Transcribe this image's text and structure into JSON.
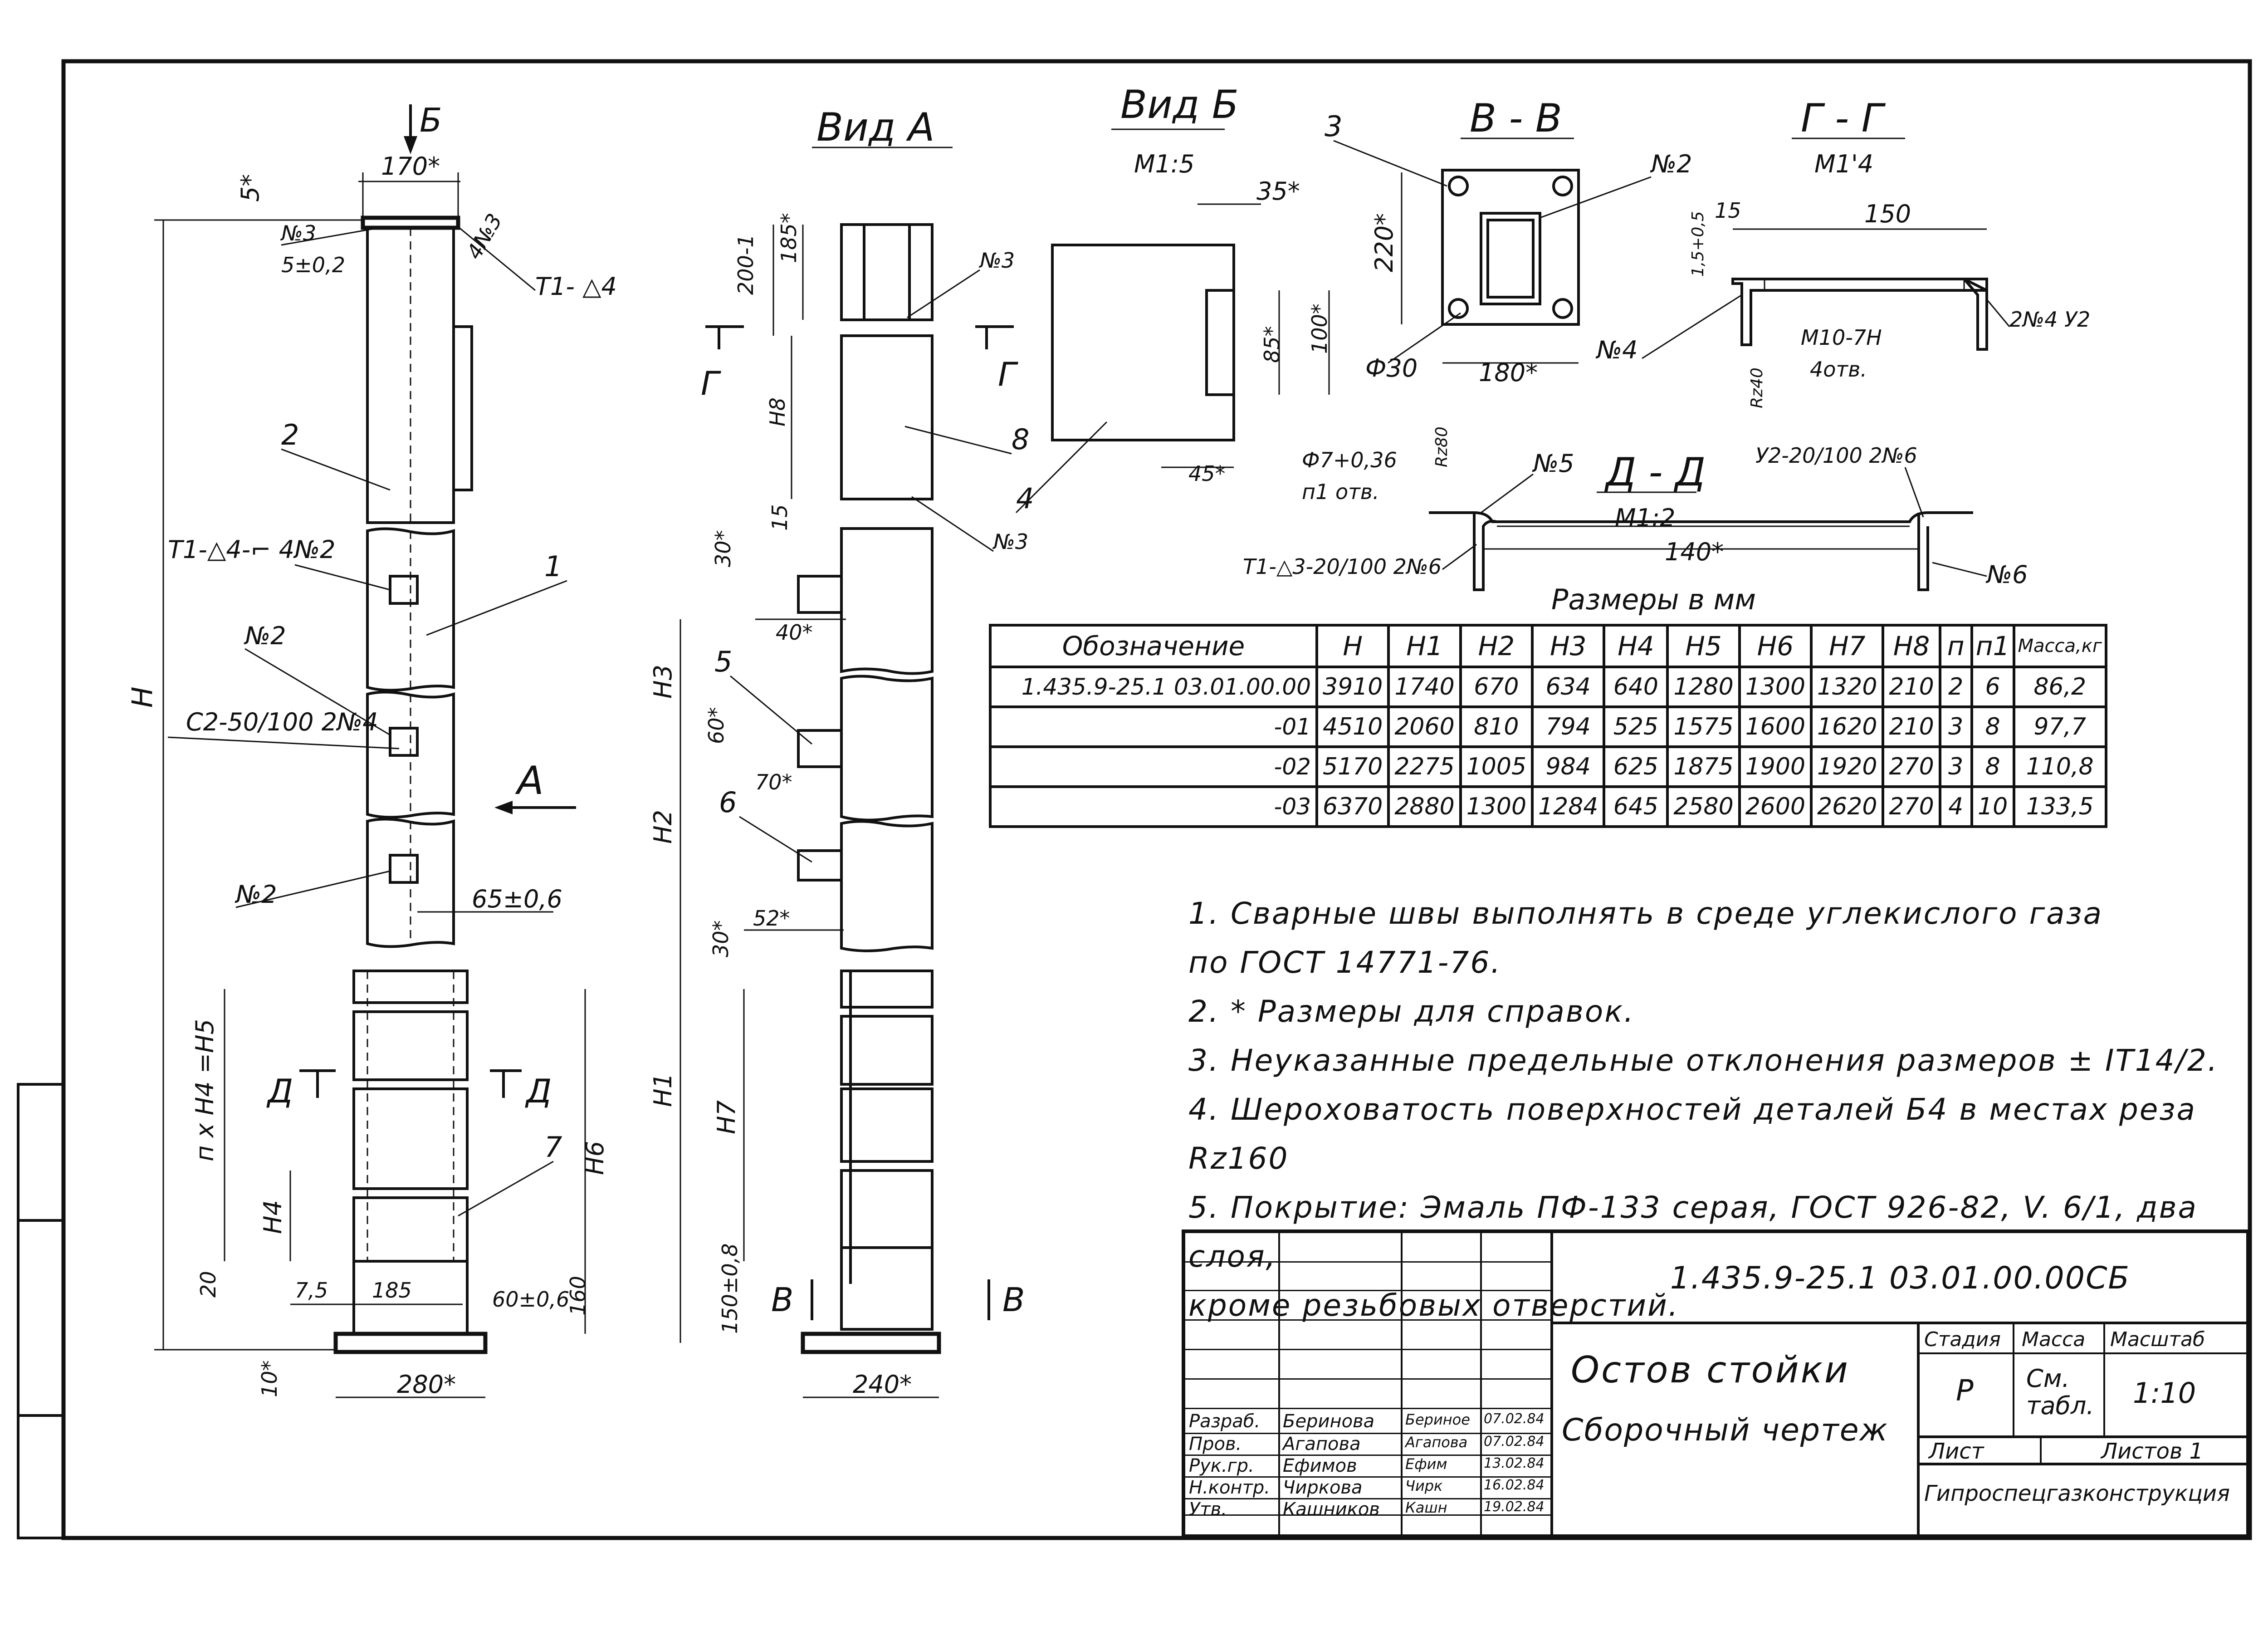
{
  "views": {
    "section_b_label": "Б",
    "view_a_title": "Вид А",
    "view_b_title": "Вид Б",
    "view_b_scale": "М1:5",
    "section_vv_title": "В - В",
    "section_gg_title": "Г - Г",
    "section_gg_scale": "М1'4",
    "section_dd_title": "Д - Д",
    "section_dd_scale": "М1:2",
    "arrow_a_label": "А",
    "cut_g_label": "Г",
    "cut_v_label": "В",
    "cut_d_label": "Д"
  },
  "left_view": {
    "dim_170": "170*",
    "dim_5": "5*",
    "dim_5_02": "5±0,2",
    "label_no3": "№3",
    "label_4no3": "4№3",
    "weld_t1": "Т1- △4",
    "pos_2": "2",
    "pos_1": "1",
    "weld_t1_4n2": "Т1-△4-⌐  4№2",
    "label_no2_a": "№2",
    "label_no2_b": "№2",
    "weld_c2": "С2-50/100  2№4",
    "dim_65": "65±0,6",
    "dim_H": "Н",
    "dim_nH4H5": "п х Н4 =Н5",
    "dim_H4": "Н4",
    "dim_H6": "Н6",
    "pos_7": "7",
    "dim_20": "20",
    "dim_7_5": "7,5",
    "dim_185": "185",
    "dim_60": "60±0,6",
    "dim_160": "160",
    "dim_10": "10*",
    "dim_280": "280*"
  },
  "view_a": {
    "dim_200": "200-1",
    "dim_185": "185*",
    "label_no3_a": "№3",
    "label_no3_b": "№3",
    "dim_H8": "Н8",
    "pos_8": "8",
    "dim_15": "15",
    "dim_30a": "30*",
    "dim_40": "40*",
    "dim_H3": "Н3",
    "pos_5": "5",
    "dim_60": "60*",
    "dim_70": "70*",
    "dim_H2": "Н2",
    "pos_6": "6",
    "dim_52": "52*",
    "dim_30b": "30*",
    "dim_H1": "Н1",
    "dim_H7": "Н7",
    "dim_150": "150±0,8",
    "dim_240": "240*"
  },
  "view_b": {
    "dim_35": "35*",
    "dim_85": "85*",
    "dim_100": "100*",
    "dim_45": "45*",
    "pos_4": "4"
  },
  "section_vv": {
    "pos_3": "3",
    "label_no2": "№2",
    "dim_220": "220*",
    "dim_phi30": "Ф30",
    "dim_180": "180*"
  },
  "section_gg": {
    "dim_15": "15",
    "dim_150": "150",
    "dim_1_5": "1,5+0,5",
    "label_no4": "№4",
    "weld_2n4": "2№4 У2",
    "thread": "М10-7Н",
    "holes": "4отв.",
    "roughness": "Rz40"
  },
  "section_dd": {
    "hole_dia": "Ф7+0,36",
    "hole_count": "п1 отв.",
    "roughness": "Rz80",
    "label_no5": "№5",
    "weld_u2": "У2-20/100  2№6",
    "weld_t1": "Т1-△3-20/100  2№6",
    "dim_140": "140*",
    "label_no6": "№6"
  },
  "table": {
    "caption": "Размеры в мм",
    "headers": [
      "Обозначение",
      "Н",
      "Н1",
      "Н2",
      "Н3",
      "Н4",
      "Н5",
      "Н6",
      "Н7",
      "Н8",
      "п",
      "п1",
      "Масса,кг"
    ],
    "rows": [
      [
        "1.435.9-25.1  03.01.00.00",
        "3910",
        "1740",
        "670",
        "634",
        "640",
        "1280",
        "1300",
        "1320",
        "210",
        "2",
        "6",
        "86,2"
      ],
      [
        "-01",
        "4510",
        "2060",
        "810",
        "794",
        "525",
        "1575",
        "1600",
        "1620",
        "210",
        "3",
        "8",
        "97,7"
      ],
      [
        "-02",
        "5170",
        "2275",
        "1005",
        "984",
        "625",
        "1875",
        "1900",
        "1920",
        "270",
        "3",
        "8",
        "110,8"
      ],
      [
        "-03",
        "6370",
        "2880",
        "1300",
        "1284",
        "645",
        "2580",
        "2600",
        "2620",
        "270",
        "4",
        "10",
        "133,5"
      ]
    ]
  },
  "notes": [
    "1. Сварные швы выполнять в среде углекислого газа",
    "по ГОСТ 14771-76.",
    "2. * Размеры для справок.",
    "3. Неуказанные предельные отклонения размеров ± IT14/2.",
    "4. Шероховатость поверхностей деталей Б4 в местах реза Rz160",
    "5. Покрытие: Эмаль ПФ-133 серая, ГОСТ 926-82, V. 6/1, два слоя,",
    "кроме резьбовых отверстий."
  ],
  "title_block": {
    "doc_code": "1.435.9-25.1  03.01.00.00СБ",
    "name_line1": "Остов стойки",
    "name_line2": "Сборочный чертеж",
    "col_stage": "Стадия",
    "col_mass": "Масса",
    "col_scale": "Масштаб",
    "stage": "Р",
    "mass": "См. табл.",
    "scale": "1:10",
    "sheet": "Лист",
    "sheets": "Листов 1",
    "org": "Гипроспецгазконструкция",
    "roles": [
      {
        "role": "Разраб.",
        "name": "Беринова",
        "sign": "Бериноe",
        "date": "07.02.84"
      },
      {
        "role": "Пров.",
        "name": "Агапова",
        "sign": "Агапова",
        "date": "07.02.84"
      },
      {
        "role": "Рук.гр.",
        "name": "Ефимов",
        "sign": "Ефим",
        "date": "13.02.84"
      },
      {
        "role": "Н.контр.",
        "name": "Чиркова",
        "sign": "Чирк",
        "date": "16.02.84"
      },
      {
        "role": "Утв.",
        "name": "Кашников",
        "sign": "Кашн",
        "date": "19.02.84"
      }
    ]
  }
}
